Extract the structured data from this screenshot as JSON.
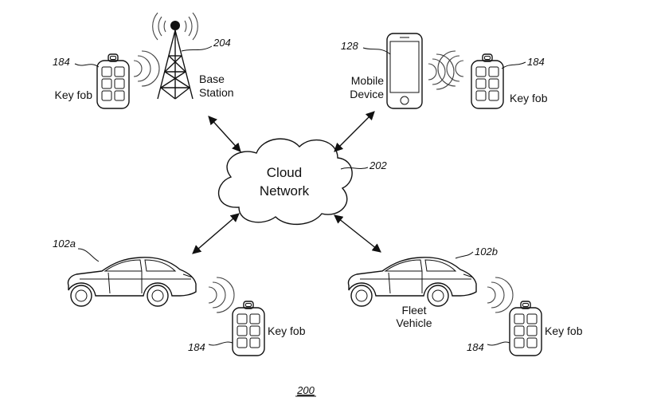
{
  "diagram": {
    "figure_number": "200",
    "cloud": {
      "line1": "Cloud",
      "line2": "Network",
      "ref": "202"
    },
    "base_station": {
      "line1": "Base",
      "line2": "Station",
      "ref": "204"
    },
    "mobile_device": {
      "line1": "Mobile",
      "line2": "Device",
      "ref": "128"
    },
    "vehicle_a": {
      "ref": "102a"
    },
    "vehicle_b": {
      "ref": "102b",
      "line1": "Fleet",
      "line2": "Vehicle"
    },
    "key_fobs": [
      {
        "label": "Key fob",
        "ref": "184"
      },
      {
        "label": "Key fob",
        "ref": "184"
      },
      {
        "label": "Key fob",
        "ref": "184"
      },
      {
        "label": "Key fob",
        "ref": "184"
      }
    ]
  }
}
